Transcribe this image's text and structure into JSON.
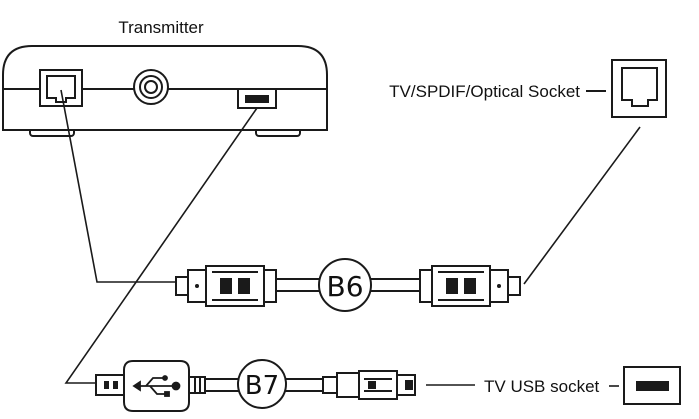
{
  "labels": {
    "transmitter": "Transmitter",
    "optical_socket": "TV/SPDIF/Optical Socket",
    "usb_socket": "TV USB socket"
  },
  "badges": {
    "optical_cable": "B6",
    "usb_cable": "B7"
  },
  "colors": {
    "line": "#1a1a1a",
    "background": "#ffffff"
  }
}
